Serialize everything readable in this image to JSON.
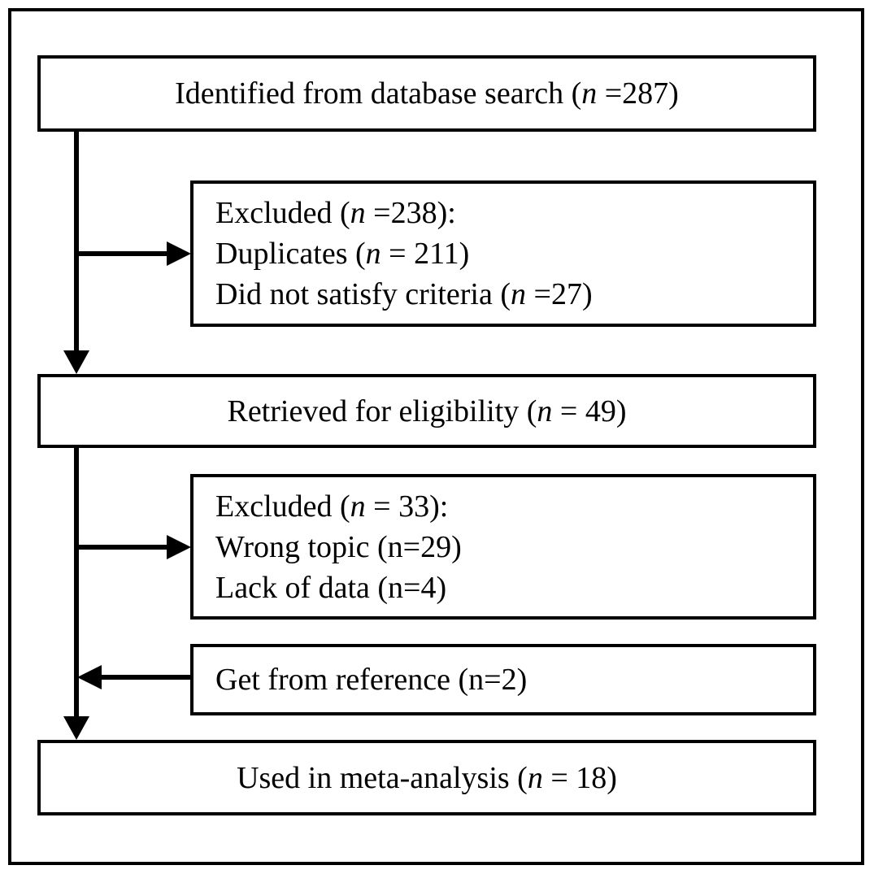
{
  "diagram": {
    "type": "flowchart",
    "title": "Study selection flow diagram",
    "colors": {
      "stroke": "#000000",
      "background": "#ffffff",
      "text": "#000000"
    },
    "nodes": [
      {
        "id": "identified",
        "align": "center",
        "lines": [
          {
            "pre": "Identified from database search (",
            "ital": "n",
            "post": " =287)"
          }
        ]
      },
      {
        "id": "excluded-1",
        "align": "left",
        "lines": [
          {
            "pre": "Excluded (",
            "ital": "n",
            "post": " =238):"
          },
          {
            "pre": "Duplicates (",
            "ital": "n",
            "post": " = 211)"
          },
          {
            "pre": "Did not satisfy criteria (",
            "ital": "n",
            "post": " =27)"
          }
        ]
      },
      {
        "id": "retrieved",
        "align": "center",
        "lines": [
          {
            "pre": "Retrieved for eligibility (",
            "ital": "n",
            "post": " = 49)"
          }
        ]
      },
      {
        "id": "excluded-2",
        "align": "left",
        "lines": [
          {
            "pre": "Excluded (",
            "ital": "n",
            "post": " = 33):"
          },
          {
            "pre": "Wrong topic (n=29)",
            "ital": "",
            "post": ""
          },
          {
            "pre": "Lack of data (n=4)",
            "ital": "",
            "post": ""
          }
        ]
      },
      {
        "id": "reference",
        "align": "left",
        "lines": [
          {
            "pre": "Get from reference (n=2)",
            "ital": "",
            "post": ""
          }
        ]
      },
      {
        "id": "meta-analysis",
        "align": "center",
        "lines": [
          {
            "pre": "Used in meta-analysis (",
            "ital": "n",
            "post": " = 18)"
          }
        ]
      }
    ],
    "edges": [
      {
        "id": "identified-to-retrieved",
        "direction": "down"
      },
      {
        "id": "identified-to-excluded-1",
        "direction": "right"
      },
      {
        "id": "retrieved-to-meta-analysis",
        "direction": "down"
      },
      {
        "id": "retrieved-to-excluded-2",
        "direction": "right"
      },
      {
        "id": "reference-to-trunk",
        "direction": "left"
      }
    ]
  },
  "counts": {
    "identified": 287,
    "excluded_total_1": 238,
    "duplicates": 211,
    "did_not_satisfy_criteria": 27,
    "retrieved": 49,
    "excluded_total_2": 33,
    "wrong_topic": 29,
    "lack_of_data": 4,
    "from_reference": 2,
    "used_in_meta_analysis": 18
  }
}
